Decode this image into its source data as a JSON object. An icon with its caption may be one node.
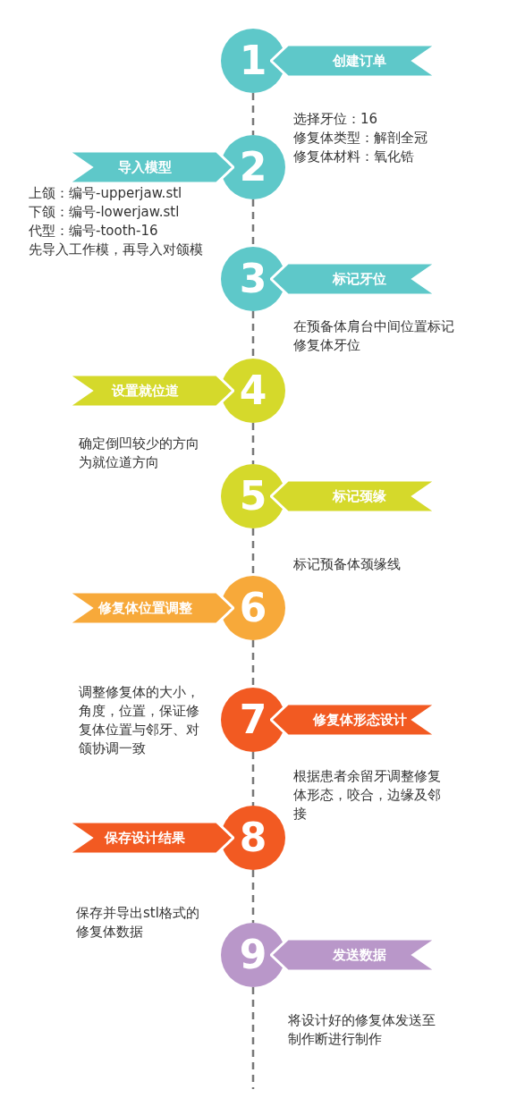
{
  "diagram": {
    "nodes": [
      {
        "text": [
          "1"
        ]
      },
      {
        "text": [
          "创建订单"
        ],
        "beside": [
          "选择牙位：16",
          "修复体类型：解剖全冠",
          "修复体材料：氧化锆"
        ]
      },
      {
        "text": [
          "2"
        ]
      },
      {
        "text": [
          "导入模型"
        ],
        "beside": [
          "上颌：编号-upperjaw.stl",
          "下颌：编号-lowerjaw.stl",
          "代型：编号-tooth-16",
          "先导入工作模，再导入对颌模"
        ]
      },
      {
        "text": [
          "3"
        ]
      },
      {
        "text": [
          "标记牙位"
        ]
      },
      {
        "text": [
          "4"
        ]
      },
      {
        "text": [
          "设置就位道"
        ]
      },
      {
        "text": [
          "5"
        ]
      },
      {
        "text": [
          "标记颈缘"
        ]
      },
      {
        "text": [
          "6"
        ]
      },
      {
        "text": [
          "修复体位置调整"
        ]
      },
      {
        "text": [
          "7"
        ]
      },
      {
        "text": [
          "修复体形态设计"
        ]
      },
      {
        "text": [
          "8"
        ]
      },
      {
        "text": [
          "保存设计结果"
        ]
      },
      {
        "text": [
          "9"
        ]
      },
      {
        "text": [
          "发送数据"
        ]
      }
    ],
    "edges": [
      {
        "from": 0,
        "to": 2,
        "arrow": "none",
        "style": "dashed"
      },
      {
        "from": 2,
        "to": 4,
        "arrow": "none",
        "style": "dashed"
      },
      {
        "from": 4,
        "to": 6,
        "arrow": "none",
        "style": "dashed"
      },
      {
        "from": 6,
        "to": 8,
        "arrow": "none",
        "style": "dashed"
      },
      {
        "from": 8,
        "to": 10,
        "arrow": "none",
        "style": "dashed"
      },
      {
        "from": 10,
        "to": 12,
        "arrow": "none",
        "style": "dashed"
      },
      {
        "from": 12,
        "to": 14,
        "arrow": "none",
        "style": "dashed"
      },
      {
        "from": 14,
        "to": 16,
        "arrow": "none",
        "style": "dashed"
      },
      {
        "from": 16,
        "to": null,
        "arrow": "none",
        "style": "dashed"
      }
    ],
    "labels": [
      "在预备体肩台中间位置标记修复体牙位",
      "确定倒凹较少的方向为就位道方向",
      "标记预备体颈缘线",
      "调整修复体的大小，角度，位置，保证修复体位置与邻牙、对颌协调一致",
      "根据患者余留牙调整修复体形态，咬合，边缘及邻接",
      "保存并导出stl格式的修复体数据",
      "将设计好的修复体发送至制作断进行制作"
    ]
  }
}
